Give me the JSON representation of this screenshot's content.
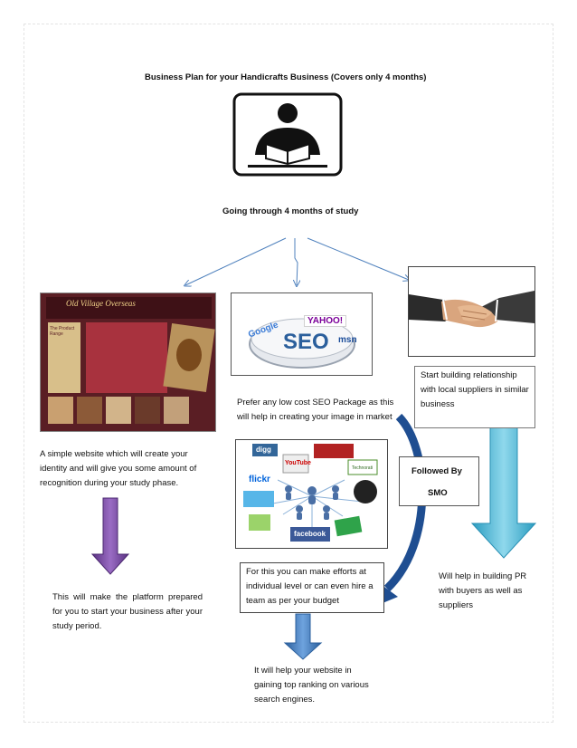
{
  "title": "Business Plan for your Handicrafts Business (Covers only 4 months)",
  "center_node": "Going through 4 months of study",
  "reading_icon": "reading-person-icon",
  "images": {
    "website_screenshot": {
      "logo_text": "Old Village Overseas",
      "menu_title": "The Product Range",
      "icon": "website-screenshot-image"
    },
    "seo_logo": {
      "main": "SEO",
      "google": "Google",
      "yahoo": "YAHOO!",
      "msn": "msn",
      "icon": "seo-logo-image"
    },
    "handshake": {
      "icon": "handshake-image"
    },
    "social_network": {
      "labels": [
        "digg",
        "YouTube",
        "flickr",
        "facebook",
        "Technorati"
      ],
      "icon": "social-network-image"
    }
  },
  "nodes": {
    "website": "A simple website which will create your identity and will give you some amount of recognition during your study phase.",
    "website_result": "This will make the platform prepared for you to start your business after your study period.",
    "seo": "Prefer any low cost SEO Package as this will help in creating your image in market",
    "smo_effort": "For this you can make efforts at individual level or can even hire a team as per your budget",
    "seo_result": "It will help your website in gaining top ranking on various search engines.",
    "relationships": "Start building relationship with local suppliers in similar business",
    "relationships_result": "Will help in building PR with buyers as well as suppliers",
    "followed_by": "Followed By",
    "smo": "SMO"
  },
  "colors": {
    "purple_arrow": "#7b4fa0",
    "blue_arrow": "#3d78b8",
    "cyan_arrow": "#41b6d6",
    "connector": "#4f81bd",
    "curved_arrow": "#1f4e91"
  }
}
